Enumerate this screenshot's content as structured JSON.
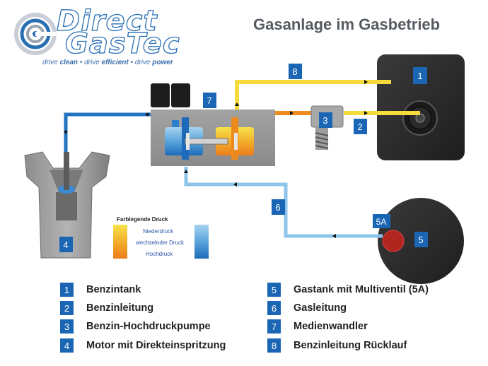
{
  "title": "Gasanlage im Gasbetrieb",
  "logo": {
    "line1": "Direct",
    "line2": "GasTec",
    "tagline_prefix1": "drive ",
    "tagline_word1": "clean",
    "tagline_sep1": " • drive ",
    "tagline_word2": "efficient",
    "tagline_sep2": " • drive ",
    "tagline_word3": "power"
  },
  "diagram_badges": {
    "b1": "1",
    "b2": "2",
    "b3": "3",
    "b4": "4",
    "b5": "5",
    "b5a": "5A",
    "b6": "6",
    "b7": "7",
    "b8": "8"
  },
  "pressure_legend": {
    "title": "Farblegende Druck",
    "low": "Niederdruck",
    "mid": "wechselnder Druck",
    "high": "Hochdruck"
  },
  "legend": [
    {
      "num": "1",
      "label": "Benzintank"
    },
    {
      "num": "2",
      "label": "Benzinleitung"
    },
    {
      "num": "3",
      "label": "Benzin-Hochdruckpumpe"
    },
    {
      "num": "4",
      "label": "Motor mit Direkteinspritzung"
    },
    {
      "num": "5",
      "label": "Gastank mit Multiventil (5A)"
    },
    {
      "num": "6",
      "label": "Gasleitung"
    },
    {
      "num": "7",
      "label": "Medienwandler"
    },
    {
      "num": "8",
      "label": "Benzinleitung Rücklauf"
    }
  ],
  "colors": {
    "badge_blue": "#1b66b4",
    "yellow_line": "#f5dc3c",
    "orange_line": "#ee8a1e",
    "blue_line": "#2274c0",
    "light_blue_line": "#8cc4ea",
    "tank_dark": "#2c2c2c",
    "title_gray": "#555a60"
  }
}
